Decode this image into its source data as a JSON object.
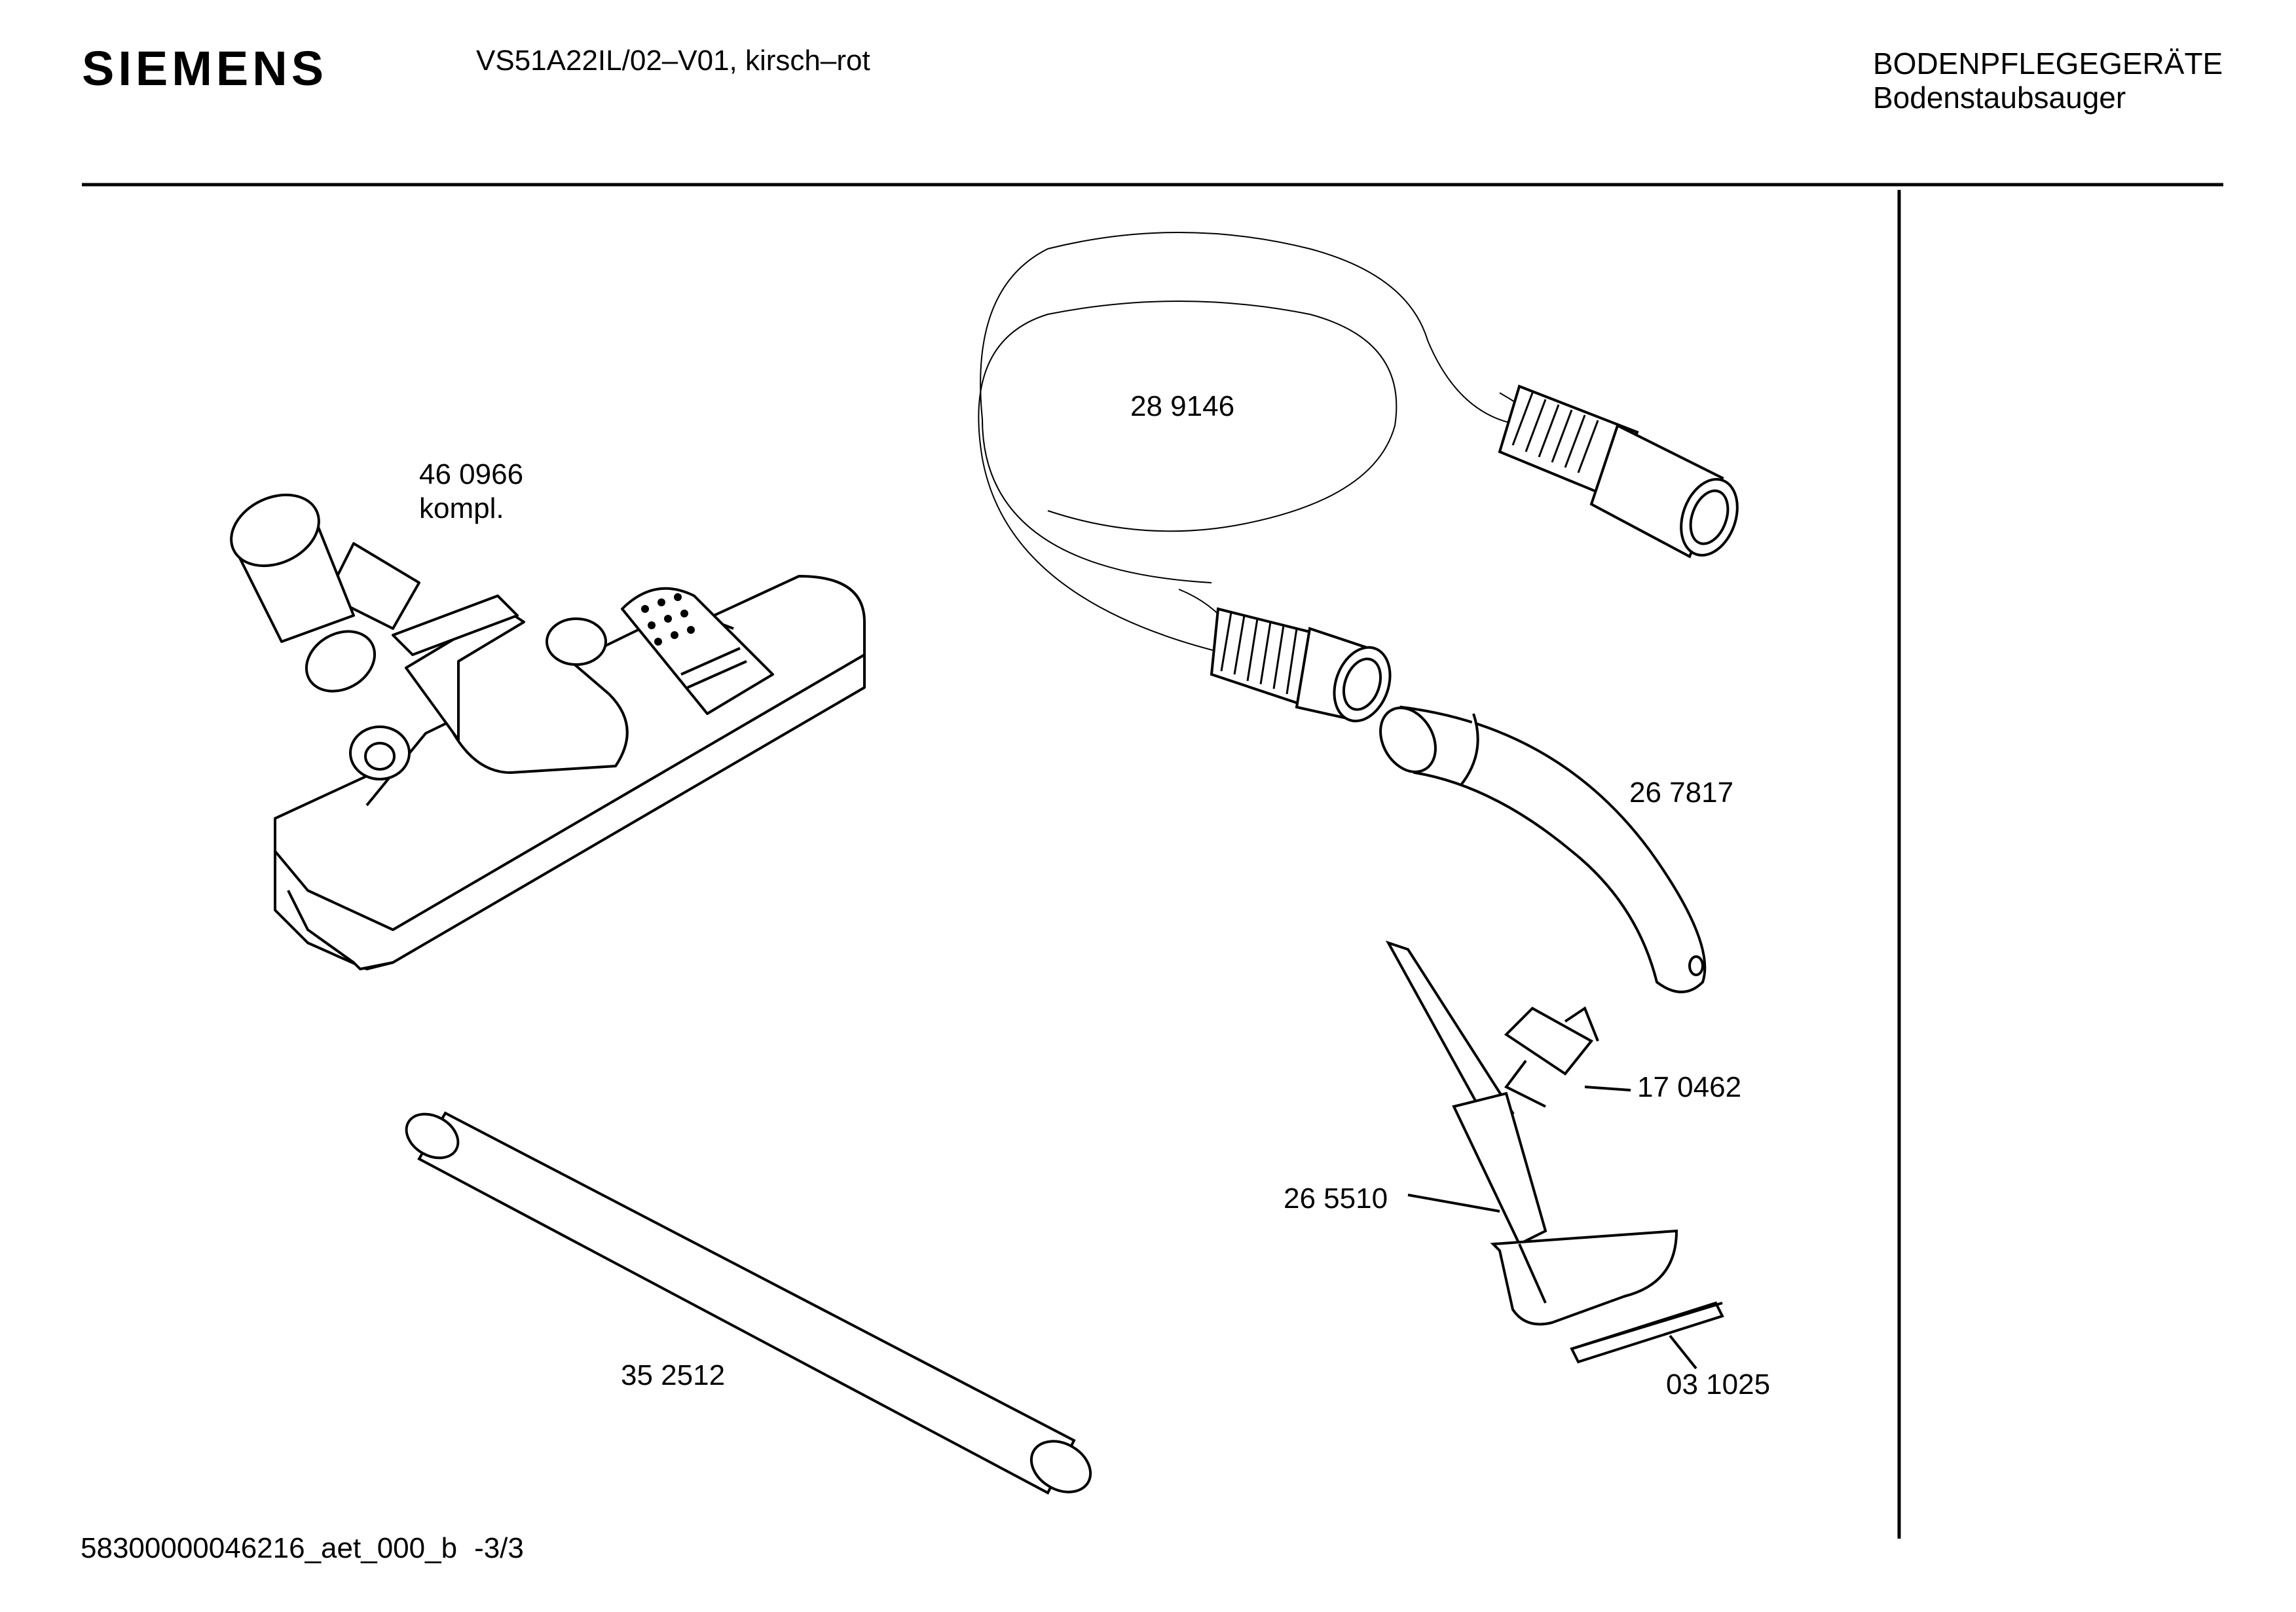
{
  "header": {
    "brand": "SIEMENS",
    "model": "VS51A22IL/02–V01, kirsch–rot",
    "category": "BODENPFLEGEGERÄTE",
    "subcategory": "Bodenstaubsauger"
  },
  "parts": [
    {
      "number": "46 0966",
      "note": "kompl.",
      "name": "floor-nozzle"
    },
    {
      "number": "28 9146",
      "name": "suction-hose"
    },
    {
      "number": "26 7817",
      "name": "hose-handle"
    },
    {
      "number": "17 0462",
      "name": "clip"
    },
    {
      "number": "26 5510",
      "name": "upholstery-nozzle"
    },
    {
      "number": "03 1025",
      "name": "brush-strip"
    },
    {
      "number": "35 2512",
      "name": "extension-tube"
    }
  ],
  "footer": {
    "doc_id": "58300000046216_aet_000_b",
    "page": "-3/3"
  }
}
